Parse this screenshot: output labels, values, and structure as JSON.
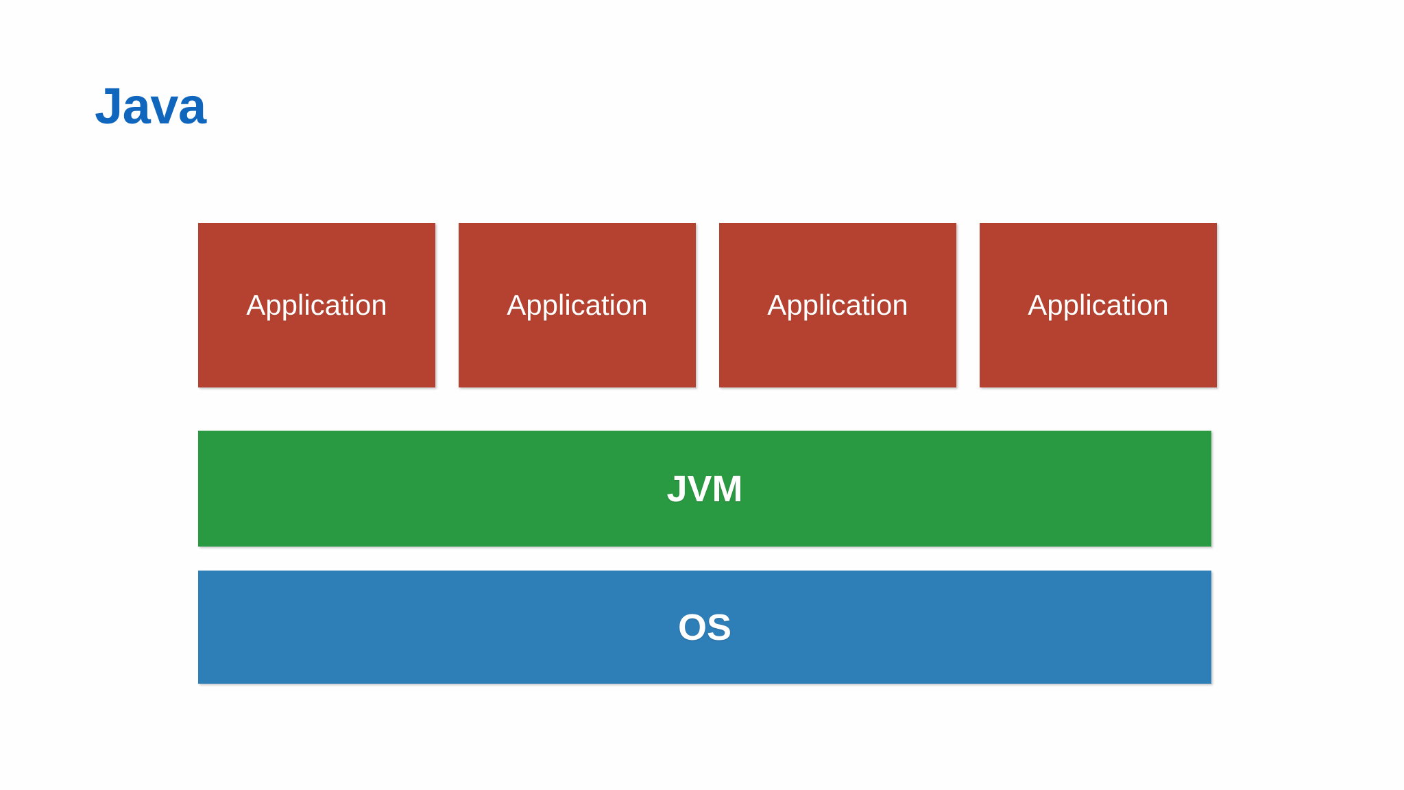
{
  "slide": {
    "title": "Java",
    "background_color": "#fefefe",
    "title_color": "#1065bd"
  },
  "diagram": {
    "type": "layered-stack",
    "application_layer": {
      "color": "#b54230",
      "text_color": "#ffffff",
      "boxes": [
        {
          "label": "Application"
        },
        {
          "label": "Application"
        },
        {
          "label": "Application"
        },
        {
          "label": "Application"
        }
      ]
    },
    "layers": [
      {
        "name": "jvm",
        "label": "JVM",
        "color": "#2a9a42",
        "text_color": "#ffffff"
      },
      {
        "name": "os",
        "label": "OS",
        "color": "#2e7eb8",
        "text_color": "#ffffff"
      }
    ]
  }
}
